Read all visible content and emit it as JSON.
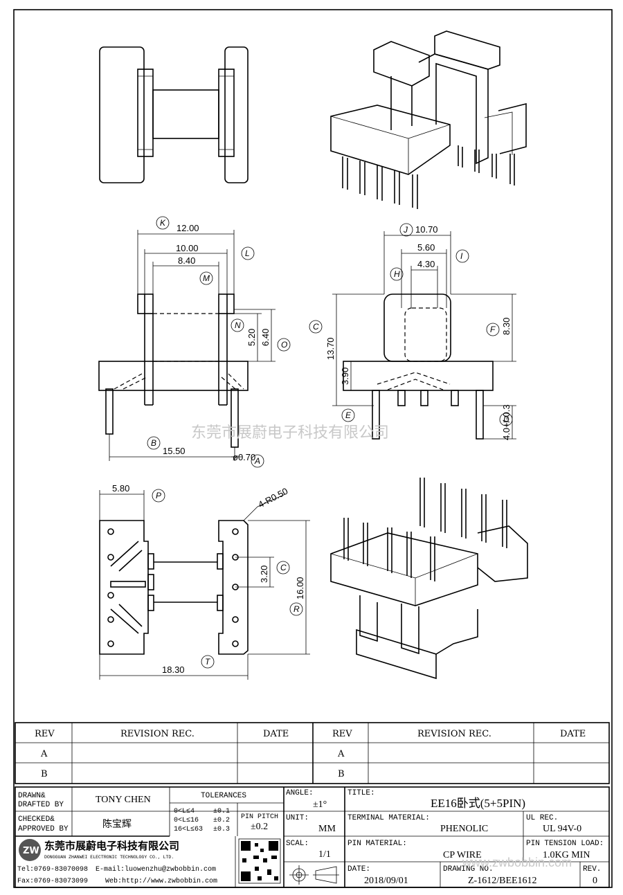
{
  "watermark": "东莞市展蔚电子科技有限公司",
  "watermark_url": "www.zwbobbin.com",
  "dims": {
    "k": "12.00",
    "l1": "10.00",
    "m": "8.40",
    "n": "5.20",
    "o": "6.40",
    "b": "15.50",
    "a": "ø0.70",
    "j": "10.70",
    "i": "5.60",
    "h": "4.30",
    "f": "8.30",
    "c": "13.70",
    "e": "3.90",
    "d": "4.0+/-0.3",
    "p": "5.80",
    "r_corner": "4-R0.50",
    "c2": "3.20",
    "r": "16.00",
    "t": "18.30"
  },
  "callouts": [
    "K",
    "L",
    "M",
    "N",
    "O",
    "B",
    "A",
    "J",
    "I",
    "H",
    "F",
    "C",
    "E",
    "D",
    "P",
    "C",
    "R",
    "T"
  ],
  "revision_table": {
    "headers": [
      "REV",
      "REVISION REC.",
      "DATE",
      "REV",
      "REVISION REC.",
      "DATE"
    ],
    "rows": [
      [
        "A",
        "",
        "",
        "A",
        "",
        ""
      ],
      [
        "B",
        "",
        "",
        "B",
        "",
        ""
      ]
    ]
  },
  "title_block": {
    "drawn_label_1": "DRAWN&",
    "drawn_label_2": "DRAFTED BY",
    "drawn_value": "TONY CHEN",
    "checked_label_1": "CHECKED&",
    "checked_label_2": "APPROVED BY",
    "checked_value": "陈宝辉",
    "tolerances_label": "TOLERANCES",
    "tol_rows": [
      [
        "0<L≤4",
        "±0.1"
      ],
      [
        "0<L≤16",
        "±0.2"
      ],
      [
        "16<L≤63",
        "±0.3"
      ]
    ],
    "pin_pitch_label": "PIN PITCH",
    "pin_pitch_value": "±0.2",
    "angle_label": "ANGLE:",
    "angle_value": "±1°",
    "unit_label": "UNIT:",
    "unit_value": "MM",
    "scal_label": "SCAL:",
    "scal_value": "1/1",
    "title_label": "TITLE:",
    "title_value": "EE16卧式(5+5PIN)",
    "terminal_label": "TERMINAL MATERIAL:",
    "terminal_value": "PHENOLIC",
    "ul_label": "UL REC.",
    "ul_value": "UL 94V-0",
    "pin_material_label": "PIN MATERIAL:",
    "pin_material_value": "CP WIRE",
    "tension_label": "PIN TENSION LOAD:",
    "tension_value": "1.0KG MIN",
    "date_label": "DATE:",
    "date_value": "2018/09/01",
    "drawing_label": "DRAWING NO.",
    "drawing_value": "Z-1612/BEE1612",
    "rev_label": "REV.",
    "rev_value": "0",
    "company_cn": "东莞市展蔚电子科技有限公司",
    "company_en": "DONGGUAN ZHANWEI ELECTRONIC TECHNOLOGY CO., LTD.",
    "tel": "Tel:0769-83070098",
    "email": "E-mail:luowenzhu@zwbobbin.com",
    "fax": "Fax:0769-83073099",
    "web": "Web:http://www.zwbobbin.com",
    "logo_letters": "ZW"
  }
}
